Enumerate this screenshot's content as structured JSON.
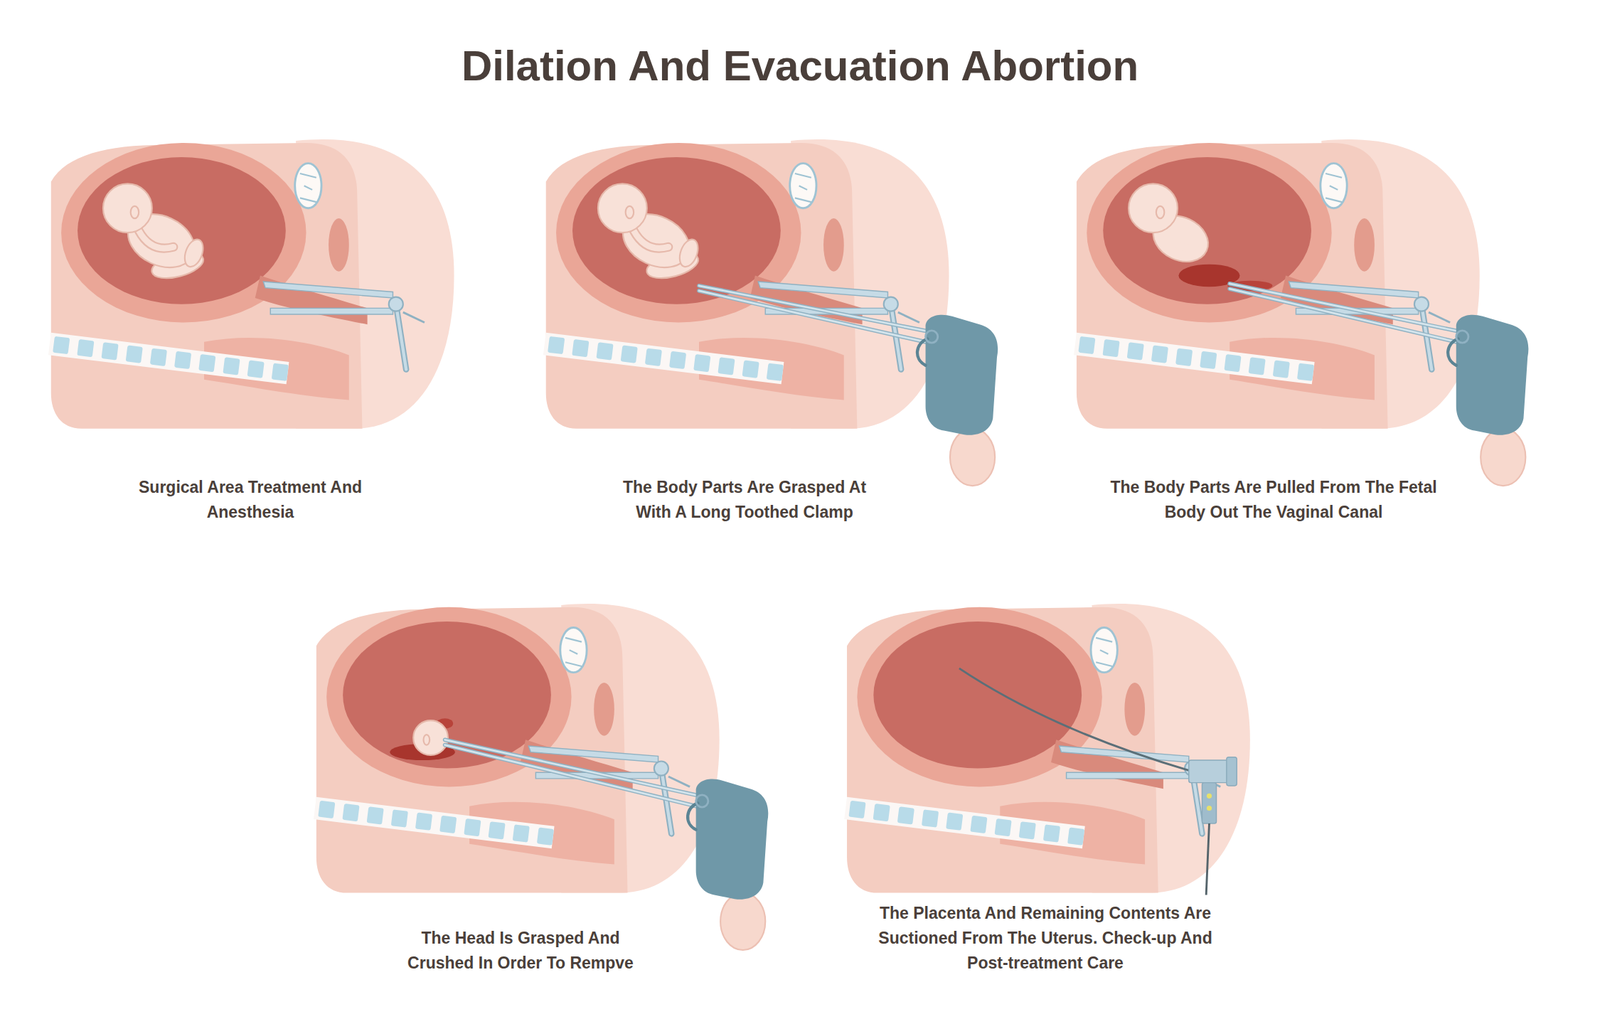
{
  "diagram": {
    "title": "Dilation And Evacuation Abortion",
    "labels": [
      "Surgical Area Treatment And Anesthesia",
      "The Body Parts Are Grasped At With A Long Toothed Clamp",
      "The Body Parts Are Pulled From The Fetal Body Out The Vaginal Canal",
      "The Head Is Grasped And Crushed In Order To Rempve",
      "The Placenta And Remaining Contents Are Suctioned From The Uterus. Check-up And Post-treatment Care"
    ]
  }
}
